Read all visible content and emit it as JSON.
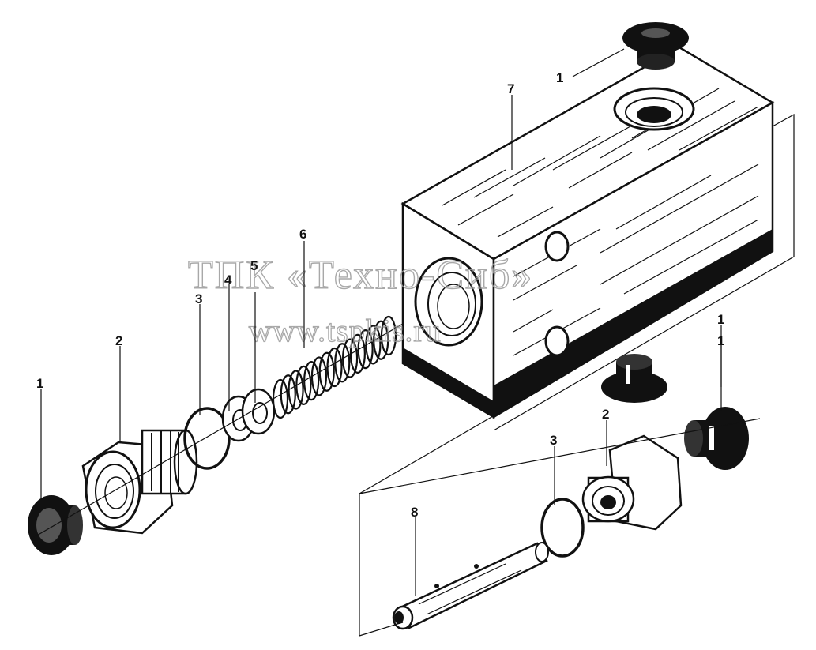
{
  "watermark": {
    "line1": "ТПК «Техно-Сиб»",
    "line2": "www.tspkis.ru"
  },
  "callouts": {
    "c1_top": "1",
    "c7": "7",
    "c6": "6",
    "c5": "5",
    "c4": "4",
    "c3_left": "3",
    "c2_left": "2",
    "c1_left": "1",
    "c1_mid": "1",
    "c1_right": "1",
    "c2_right": "2",
    "c3_right": "3",
    "c8": "8"
  }
}
